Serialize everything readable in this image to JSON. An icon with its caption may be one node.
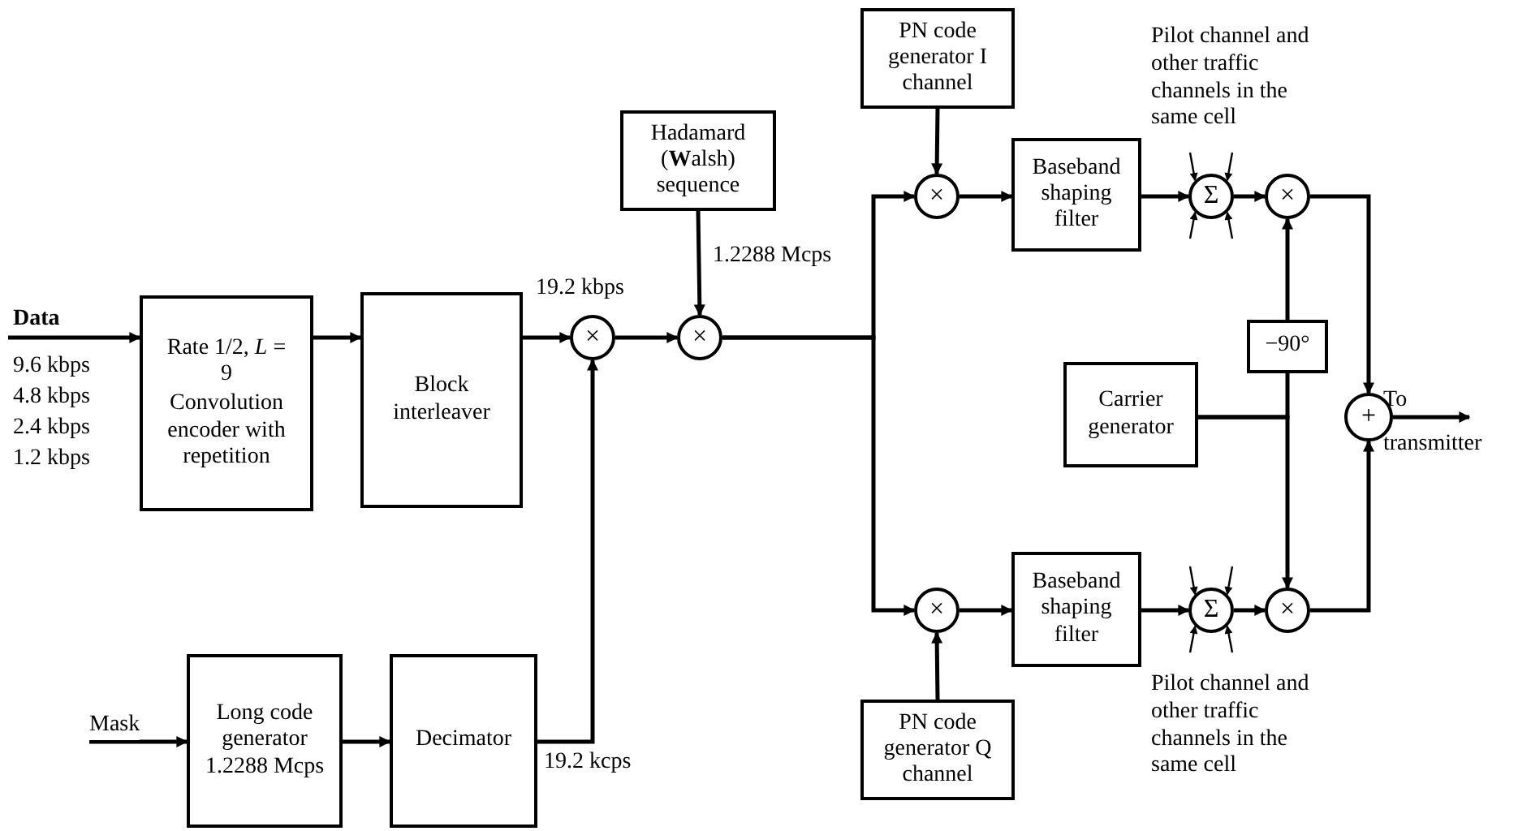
{
  "diagram": {
    "nodes": [
      {
        "text": [
          "Rate 1/2, *L* = 9",
          "Convolution encoder with repetition"
        ]
      },
      {
        "text": [
          "Block interleaver"
        ]
      },
      {
        "text": [
          "Hadamard (**W**alsh) sequence"
        ]
      },
      {
        "text": [
          "×"
        ]
      },
      {
        "text": [
          "×"
        ]
      },
      {
        "text": [
          "Long code generator 1.2288 Mcps"
        ]
      },
      {
        "text": [
          "Decimator"
        ]
      },
      {
        "text": [
          "PN code generator I channel"
        ]
      },
      {
        "text": [
          "×"
        ]
      },
      {
        "text": [
          "Baseband shaping filter"
        ]
      },
      {
        "text": [
          "Σ"
        ]
      },
      {
        "text": [
          "×"
        ]
      },
      {
        "text": [
          "−90°"
        ]
      },
      {
        "text": [
          "Carrier generator"
        ]
      },
      {
        "text": [
          "+"
        ]
      },
      {
        "text": [
          "PN code generator Q channel"
        ]
      },
      {
        "text": [
          "×"
        ]
      },
      {
        "text": [
          "Baseband shaping filter"
        ]
      },
      {
        "text": [
          "Σ"
        ]
      },
      {
        "text": [
          "×"
        ]
      }
    ],
    "edges": [
      {
        "from": null,
        "to": 0,
        "arrow": "to",
        "label": "Data"
      },
      {
        "from": 0,
        "to": 1,
        "arrow": "to"
      },
      {
        "from": 1,
        "to": 3,
        "arrow": "to",
        "label": "19.2 kbps"
      },
      {
        "from": 6,
        "to": 3,
        "arrow": "to",
        "label": "19.2 kcps"
      },
      {
        "from": 3,
        "to": 4,
        "arrow": "to"
      },
      {
        "from": 2,
        "to": 4,
        "arrow": "to",
        "label": "1.2288 Mcps"
      },
      {
        "from": 4,
        "to": 8,
        "arrow": "to"
      },
      {
        "from": 4,
        "to": 16,
        "arrow": "to"
      },
      {
        "from": 7,
        "to": 8,
        "arrow": "to"
      },
      {
        "from": 8,
        "to": 9,
        "arrow": "to"
      },
      {
        "from": 9,
        "to": 10,
        "arrow": "to"
      },
      {
        "from": 10,
        "to": 11,
        "arrow": "to"
      },
      {
        "from": 15,
        "to": 16,
        "arrow": "to"
      },
      {
        "from": 16,
        "to": 17,
        "arrow": "to"
      },
      {
        "from": 17,
        "to": 18,
        "arrow": "to"
      },
      {
        "from": 18,
        "to": 19,
        "arrow": "to"
      },
      {
        "from": 13,
        "to": 12,
        "arrow": "none"
      },
      {
        "from": 12,
        "to": 11,
        "arrow": "to"
      },
      {
        "from": 13,
        "to": 19,
        "arrow": "to"
      },
      {
        "from": 11,
        "to": 14,
        "arrow": "to"
      },
      {
        "from": 19,
        "to": 14,
        "arrow": "to"
      },
      {
        "from": 14,
        "to": null,
        "arrow": "to",
        "label": "To transmitter"
      },
      {
        "from": null,
        "to": 5,
        "arrow": "to",
        "label": "Mask"
      },
      {
        "from": 5,
        "to": 6,
        "arrow": "to"
      },
      {
        "from": null,
        "to": 10,
        "arrow": "to"
      },
      {
        "from": null,
        "to": 10,
        "arrow": "to"
      },
      {
        "from": null,
        "to": 10,
        "arrow": "to"
      },
      {
        "from": null,
        "to": 10,
        "arrow": "to"
      },
      {
        "from": null,
        "to": 18,
        "arrow": "to"
      },
      {
        "from": null,
        "to": 18,
        "arrow": "to"
      },
      {
        "from": null,
        "to": 18,
        "arrow": "to"
      },
      {
        "from": null,
        "to": 18,
        "arrow": "to"
      }
    ],
    "labels": [
      "9.6 kbps",
      "4.8 kbps",
      "2.4 kbps",
      "1.2 kbps",
      "Pilot channel and other traffic channels in the same cell",
      "Pilot channel and other traffic channels in the same cell"
    ]
  }
}
